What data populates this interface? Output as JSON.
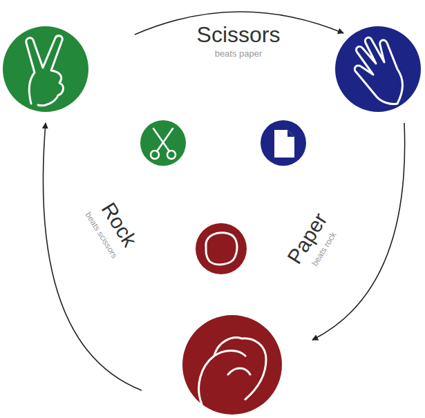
{
  "diagram": {
    "labels": [
      "Scissors",
      "beats paper",
      "Rock",
      "beats scissors",
      "Paper",
      "beats rock"
    ]
  }
}
